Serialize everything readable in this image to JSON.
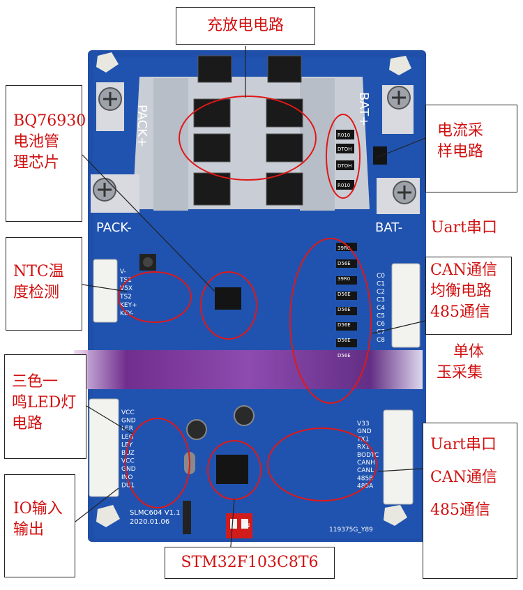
{
  "title_top": "充放电电路",
  "title_bottom": "STM32F103C8T6",
  "left_labels": {
    "bq": [
      "BQ76930",
      "电池管",
      "理芯片"
    ],
    "ntc": [
      "NTC温",
      "度检测"
    ],
    "led": [
      "三色一",
      "鸣LED灯",
      "电路"
    ],
    "io": [
      "IO输入",
      "输出"
    ]
  },
  "right_labels": {
    "current": [
      "电流采",
      "样电路"
    ],
    "uart1": "Uart串口",
    "can1": "CAN通信",
    "balance": "均衡电路",
    "rs485_1": "485通信",
    "cell1": "单体",
    "cell2": "玉采集",
    "uart2": "Uart串口",
    "can2": "CAN通信",
    "rs485_2": "485通信"
  },
  "board": {
    "pack_plus": "PACK+",
    "bat_plus": "BAT+",
    "pack_minus": "PACK-",
    "bat_minus": "BAT-",
    "model": "SLMC604 V1.1",
    "date": "2020.01.06",
    "serial": "119375G_Y89",
    "pins_top_left": [
      "V-",
      "TS1",
      "V5X",
      "TS2",
      "KEY+",
      "KEY-"
    ],
    "pins_bottom_left": [
      "VCC",
      "GND",
      "LER",
      "LEG",
      "LEY",
      "BUZ",
      "VCC",
      "GND",
      "INO",
      "DU1"
    ],
    "pins_right_top": [
      "C0",
      "C1",
      "C2",
      "C3",
      "C4",
      "C5",
      "C6",
      "C7",
      "C8"
    ],
    "pins_right_bottom": [
      "V33",
      "GND",
      "TX1",
      "RX1",
      "BODTC",
      "CANH",
      "CANL",
      "485B",
      "485A"
    ],
    "switch_label": "ON",
    "resistor_marks": [
      "R010",
      "DTOH",
      "DTOH",
      "R010"
    ],
    "balance_marks": [
      "39R0",
      "D56E",
      "39R0",
      "D56E",
      "D56E",
      "D56E",
      "D56E",
      "D56E"
    ]
  },
  "colors": {
    "label_text": "#d11010",
    "pcb_blue": "#1f4fa8",
    "highlight_ring": "#e01818"
  }
}
